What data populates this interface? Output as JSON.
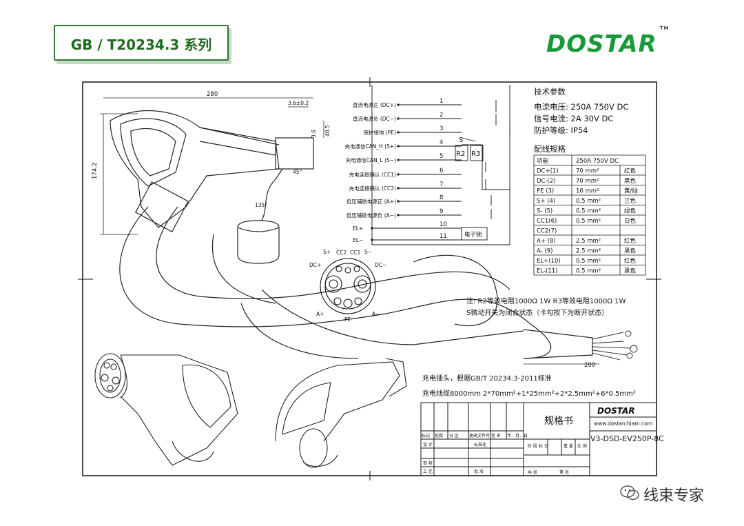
{
  "header": {
    "title": "GB / T20234.3  系列",
    "logo": "DOSTAR",
    "logo_tm": "TM"
  },
  "dims": {
    "length": "280",
    "height": "174.2",
    "d1": "3.6±0.2",
    "d2": "3.6",
    "d3": "40.5",
    "d4": "45°",
    "d5": "135°",
    "cable_len": "200"
  },
  "pins": [
    {
      "label": "直流电源正 (DC+)",
      "num": "1"
    },
    {
      "label": "直流电源负 (DC−)",
      "num": "2"
    },
    {
      "label": "保护接地 (PE)",
      "num": "3"
    },
    {
      "label": "充电通信CAN_H (S+)",
      "num": "4"
    },
    {
      "label": "充电通信CAN_L (S−)",
      "num": "5"
    },
    {
      "label": "充电连接确认 (CC1)",
      "num": "6"
    },
    {
      "label": "充电连接确认 (CC2)",
      "num": "7"
    },
    {
      "label": "低压辅助电源正 (A+)",
      "num": "8"
    },
    {
      "label": "低压辅助电源负 (A−)",
      "num": "9"
    },
    {
      "label": "EL+",
      "num": "10"
    },
    {
      "label": "EL−",
      "num": "11"
    }
  ],
  "schematic": {
    "s": "S",
    "r2": "R2",
    "r3": "R3",
    "lock": "电子锁"
  },
  "specs": {
    "title": "技术参数",
    "lines": [
      "电流电压: 250A 750V DC",
      "信号电流:  2A 30V DC",
      "防护等级:  IP54"
    ]
  },
  "wiring": {
    "title": "配线规格",
    "header": [
      "功能",
      "250A 750V DC"
    ],
    "rows": [
      [
        "DC+(1)",
        "70 mm²",
        "红色"
      ],
      [
        "DC-(2)",
        "70 mm²",
        "黑色"
      ],
      [
        "PE (3)",
        "16 mm²",
        "黄/绿"
      ],
      [
        "S+ (4)",
        "0.5 mm²",
        "兰色"
      ],
      [
        "S- (5)",
        "0.5 mm²",
        "绿色"
      ],
      [
        "CC1(6)",
        "0.5 mm²",
        "白色"
      ],
      [
        "CC2(7)",
        "",
        ""
      ],
      [
        "A+ (8)",
        "2.5 mm²",
        "红色"
      ],
      [
        "A- (9)",
        "2.5 mm²",
        "黑色"
      ],
      [
        "EL+(10)",
        "0.5 mm²",
        "红色"
      ],
      [
        "EL-(11)",
        "0.5 mm²",
        "黑色"
      ]
    ]
  },
  "face_labels": [
    "S+",
    "CC2",
    "CC1",
    "S−",
    "DC+",
    "DC−",
    "A+",
    "PE",
    "A−"
  ],
  "notes": [
    "注: R2等效电阻1000Ω  1W    R3等效电阻1000Ω  1W",
    "S微动开关为闭合状态（卡勾按下为断开状态）"
  ],
  "description": [
    "充电插头，根据GB/T  20234.3-2011标准",
    "充电线缆8000mm    2*70mm²+1*25mm²+2*2.5mm²+6*0.5mm²"
  ],
  "titleblock": {
    "brand": "DOSTAR",
    "url": "www.dostarchiam.com",
    "doc": "规格书",
    "part": "V3-DSD-EV250P-8C",
    "cells": [
      "标记",
      "处数",
      "分  区",
      "更改文件号",
      "签  名",
      "年、月、日",
      "设  计",
      "标准化",
      "审  核",
      "工  艺",
      "批  准",
      "阶 段 标 记",
      "重  量",
      "比  例",
      "共     张",
      "第     张"
    ]
  },
  "watermark": "线束专家"
}
